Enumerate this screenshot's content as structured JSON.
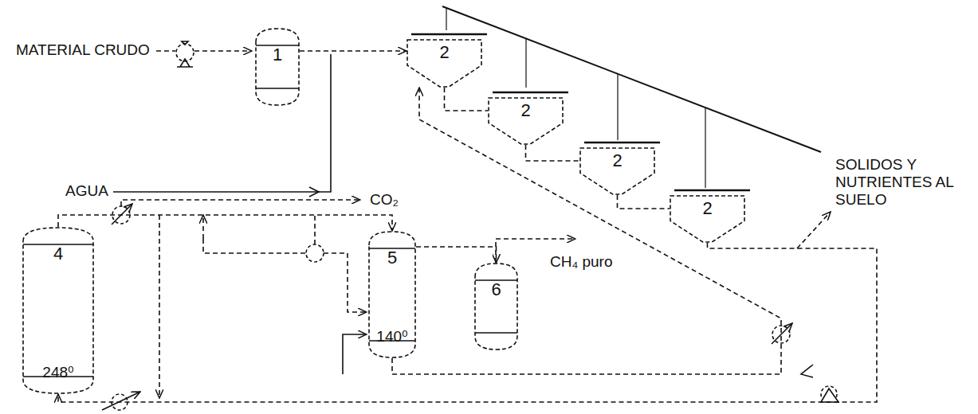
{
  "diagram": {
    "nodes": [
      {
        "text": [
          "1"
        ]
      },
      {
        "text": [
          "2"
        ]
      },
      {
        "text": [
          "2"
        ]
      },
      {
        "text": [
          "2"
        ]
      },
      {
        "text": [
          "2"
        ]
      },
      {
        "text": [
          "4",
          "248⁰"
        ]
      },
      {
        "text": [
          "5",
          "140⁰"
        ]
      },
      {
        "text": [
          "6"
        ]
      }
    ],
    "edges": [
      {
        "from": 0,
        "to": 1,
        "arrow": "to"
      },
      {
        "from": 1,
        "to": 2,
        "arrow": "none"
      },
      {
        "from": 2,
        "to": 3,
        "arrow": "none"
      },
      {
        "from": 3,
        "to": 4,
        "arrow": "none"
      },
      {
        "from": 4,
        "to": 5,
        "arrow": "to"
      },
      {
        "from": 5,
        "to": 6,
        "arrow": "to"
      },
      {
        "from": 6,
        "to": 7,
        "arrow": "to"
      },
      {
        "from": 6,
        "to": 1,
        "arrow": "to"
      }
    ],
    "labels": [
      "MATERIAL CRUDO",
      "AGUA",
      "CO₂",
      "CH₄ puro",
      "SOLIDOS Y NUTRIENTES AL SUELO"
    ]
  }
}
